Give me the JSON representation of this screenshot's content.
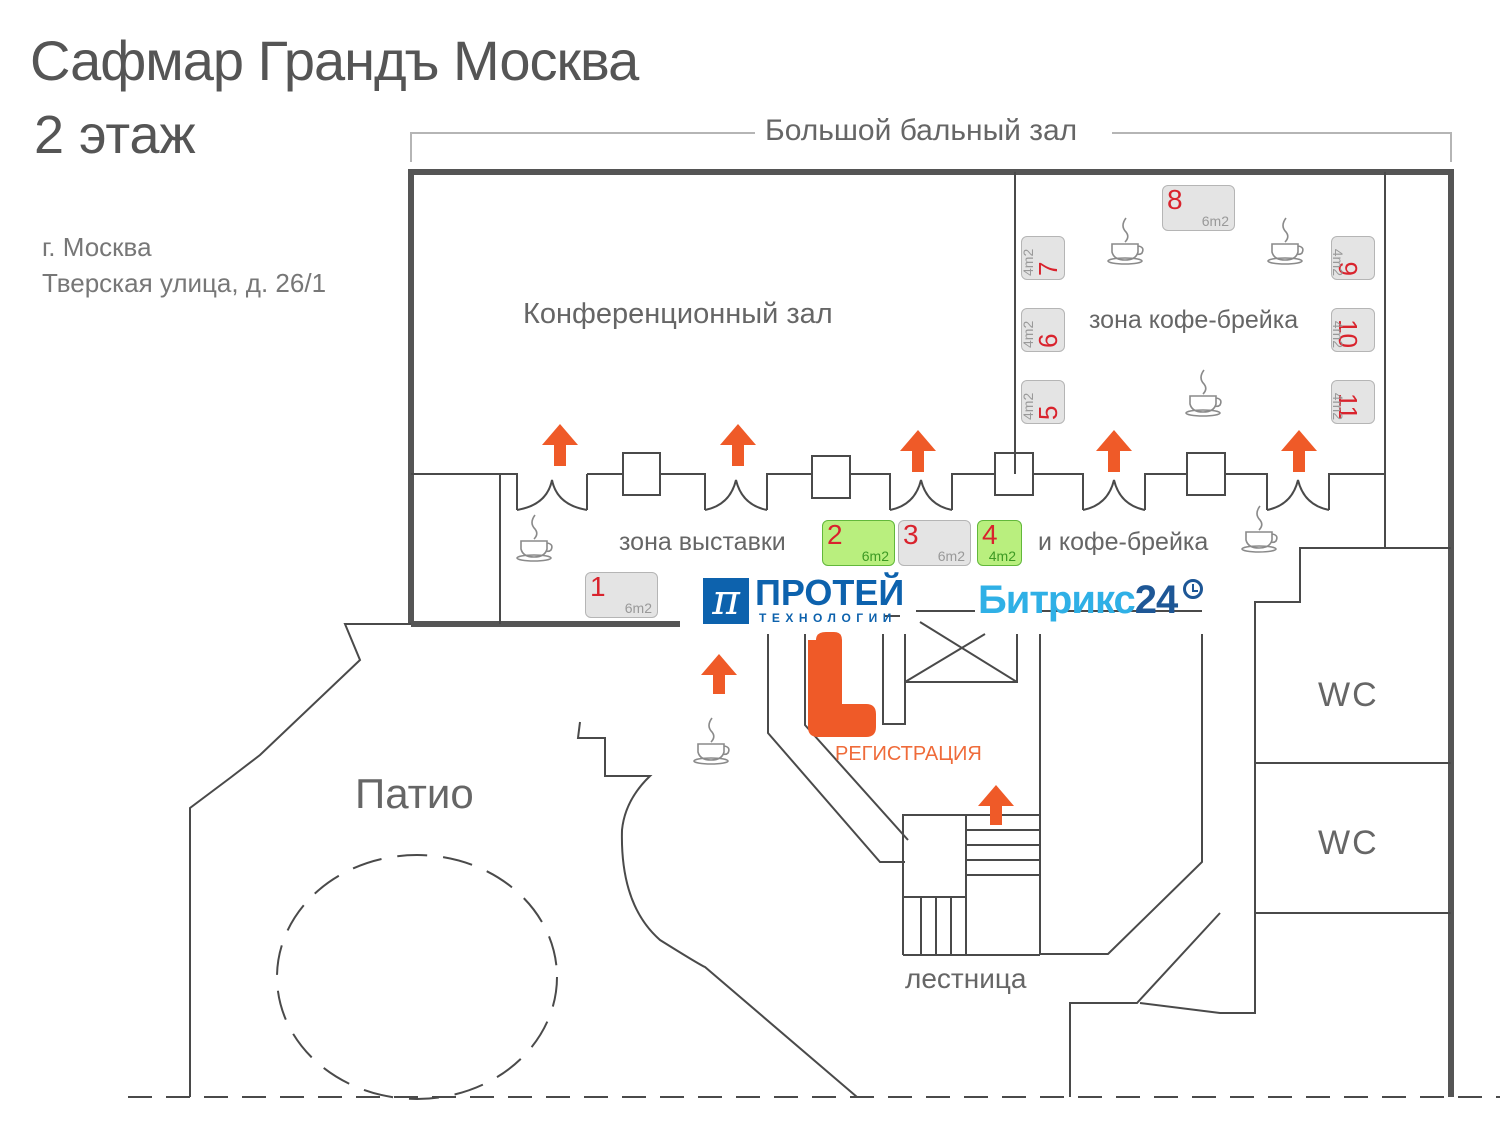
{
  "header": {
    "title": "Сафмар Грандъ Москва",
    "floor": "2 этаж",
    "address_city": "г. Москва",
    "address_street": "Тверская улица, д. 26/1"
  },
  "rooms": {
    "ballroom": "Большой бальный зал",
    "conference_hall": "Конференционный зал",
    "coffee_zone": "зона кофе-брейка",
    "expo_zone_part1": "зона выставки",
    "expo_zone_part2": "и кофе-брейка",
    "patio": "Патио",
    "stairs": "лестница",
    "wc_1": "WC",
    "wc_2": "WC",
    "registration": "РЕГИСТРАЦИЯ"
  },
  "sponsors": {
    "proteus_symbol": "π",
    "proteus_name": "ПРОТЕЙ",
    "proteus_sub": "ТЕХНОЛОГИИ",
    "bitrix_name": "Битрикс",
    "bitrix_num": "24"
  },
  "booths": [
    {
      "num": "1",
      "area": "6m2",
      "status": "free"
    },
    {
      "num": "2",
      "area": "6m2",
      "status": "sold"
    },
    {
      "num": "3",
      "area": "6m2",
      "status": "free"
    },
    {
      "num": "4",
      "area": "4m2",
      "status": "sold"
    },
    {
      "num": "5",
      "area": "4m2",
      "status": "free"
    },
    {
      "num": "6",
      "area": "4m2",
      "status": "free"
    },
    {
      "num": "7",
      "area": "4m2",
      "status": "free"
    },
    {
      "num": "8",
      "area": "6m2",
      "status": "free"
    },
    {
      "num": "9",
      "area": "4m2",
      "status": "free"
    },
    {
      "num": "10",
      "area": "4m2",
      "status": "free"
    },
    {
      "num": "11",
      "area": "4m2",
      "status": "free"
    }
  ],
  "legend_colors": {
    "sold": "#b9ef7e",
    "free": "#e4e4e4",
    "booth_number": "#d9232d",
    "arrow": "#ef5a28"
  }
}
